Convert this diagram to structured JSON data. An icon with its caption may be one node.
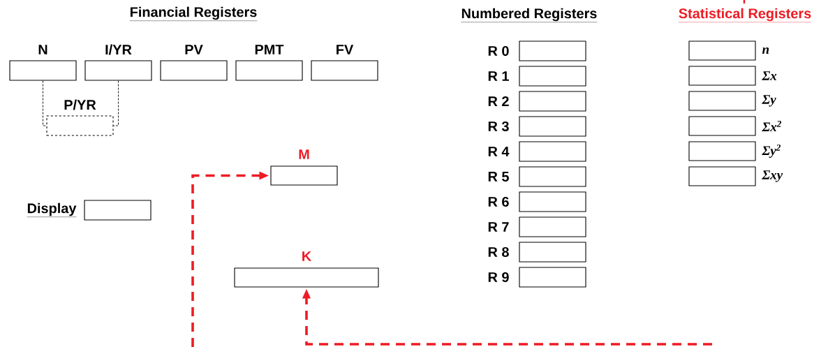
{
  "diagram": {
    "nodes": [
      {
        "text": [
          "N"
        ]
      },
      {
        "text": [
          "I/YR"
        ]
      },
      {
        "text": [
          "PV"
        ]
      },
      {
        "text": [
          "PMT"
        ]
      },
      {
        "text": [
          "FV"
        ]
      },
      {
        "text": [
          "P/YR"
        ]
      },
      {
        "text": [
          "M"
        ]
      },
      {
        "text": [
          "Display"
        ]
      },
      {
        "text": [
          "K"
        ]
      },
      {
        "text": [
          "R 0"
        ]
      },
      {
        "text": [
          "R 1"
        ]
      },
      {
        "text": [
          "R 2"
        ]
      },
      {
        "text": [
          "R 3"
        ]
      },
      {
        "text": [
          "R 4"
        ]
      },
      {
        "text": [
          "R 5"
        ]
      },
      {
        "text": [
          "R 6"
        ]
      },
      {
        "text": [
          "R 7"
        ]
      },
      {
        "text": [
          "R 8"
        ]
      },
      {
        "text": [
          "R 9"
        ]
      },
      {
        "text": [
          "n"
        ]
      },
      {
        "text": [
          "Σx"
        ]
      },
      {
        "text": [
          "Σy"
        ]
      },
      {
        "text": [
          "Σx$^{2}$"
        ]
      },
      {
        "text": [
          "Σy$^{2}$"
        ]
      },
      {
        "text": [
          "Σxy"
        ]
      }
    ],
    "edges": [
      {
        "from": 0,
        "to": 5,
        "arrow": "none",
        "style": "dashed"
      },
      {
        "from": 1,
        "to": 5,
        "arrow": "none",
        "style": "dashed"
      },
      {
        "from": null,
        "to": 6,
        "arrow": "to",
        "style": "dashed",
        "color": "#ed1c24"
      },
      {
        "from": null,
        "to": 8,
        "arrow": "to",
        "style": "dashed",
        "color": "#ed1c24"
      }
    ],
    "labels": [
      "Financial Registers",
      "Numbered Registers",
      "Statistical Registers"
    ]
  }
}
